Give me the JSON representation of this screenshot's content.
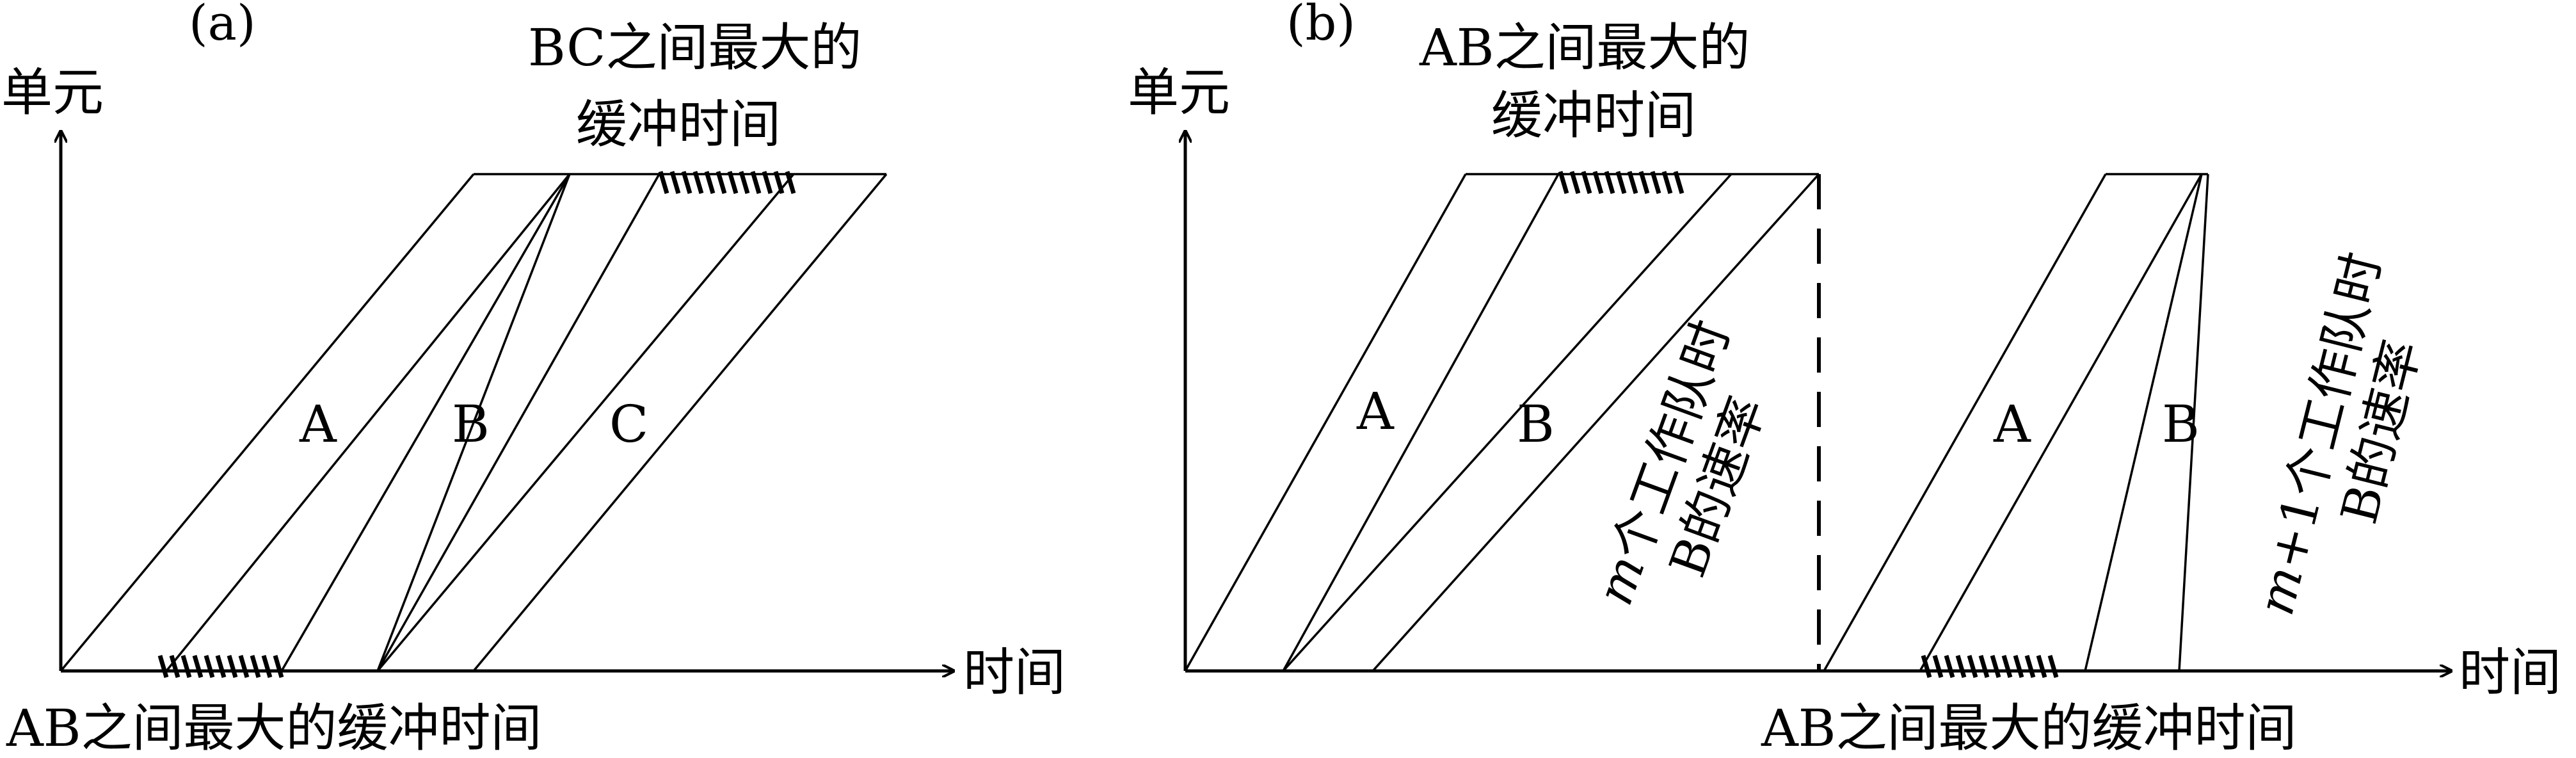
{
  "panel_a": {
    "tag": "(a)",
    "y_axis": "单元",
    "x_axis": "时间",
    "top_note_line1": "BC之间最大的",
    "top_note_line2": "缓冲时间",
    "bottom_note": "AB之间最大的缓冲时间",
    "crew_a": "A",
    "crew_b": "B",
    "crew_c": "C"
  },
  "panel_b": {
    "tag": "(b)",
    "y_axis": "单元",
    "x_axis": "时间",
    "top_note_line1": "AB之间最大的",
    "top_note_line2": "缓冲时间",
    "bottom_note": "AB之间最大的缓冲时间",
    "crew_a_left": "A",
    "crew_b_left": "B",
    "crew_a_right": "A",
    "crew_b_right": "B",
    "rate_m_line1_var": "m",
    "rate_m_line1_rest": "个工作队时",
    "rate_m_line2": "B的速率",
    "rate_m1_line1_var": "m",
    "rate_m1_line1_rest": "+1个工作队时",
    "rate_m1_line2": "B的速率"
  }
}
